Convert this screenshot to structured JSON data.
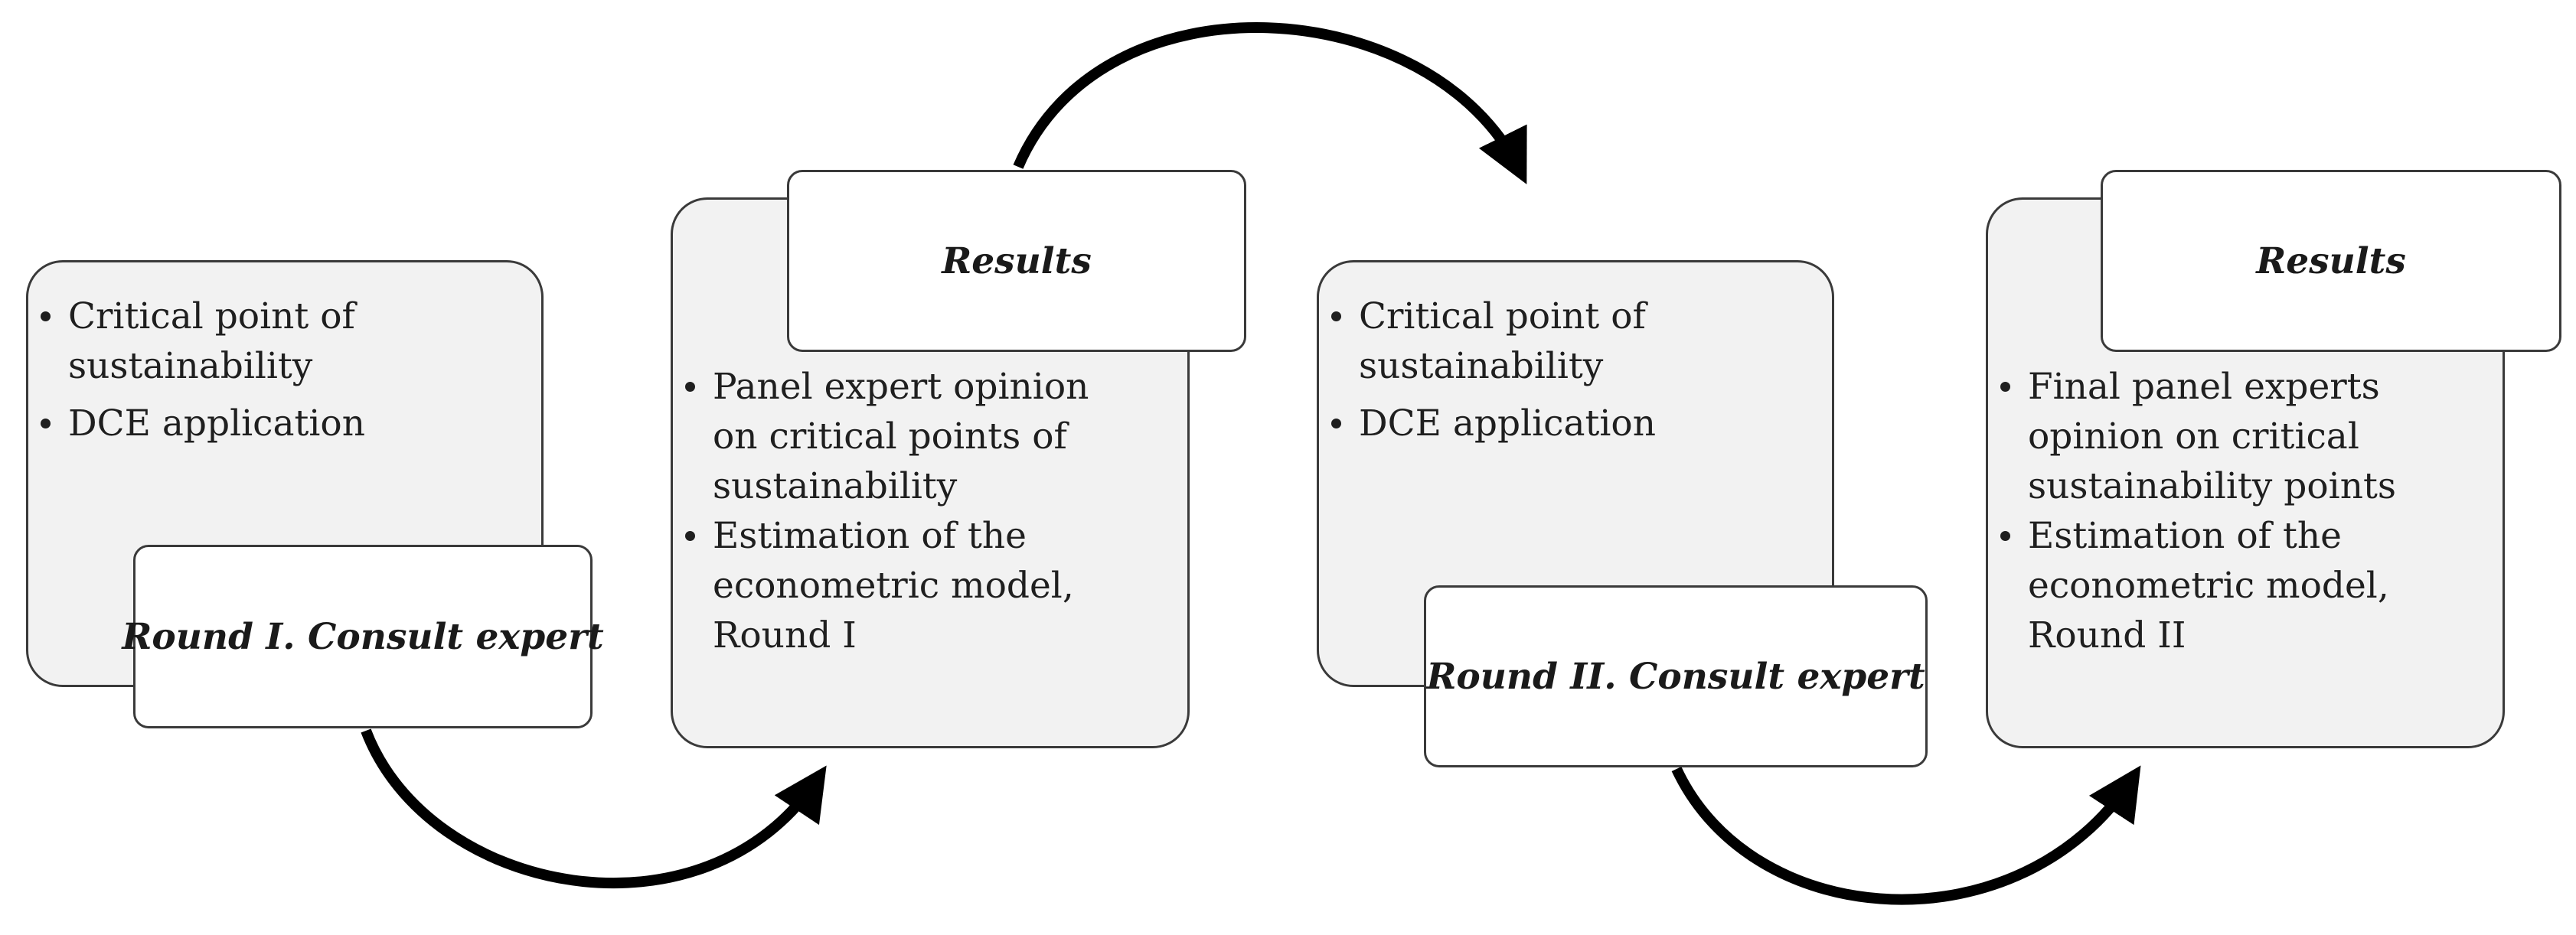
{
  "stage1": {
    "bullets": [
      "Critical point of sustainability",
      "DCE application"
    ],
    "label": "Round I. Consult expert"
  },
  "stage2": {
    "label": "Results",
    "bullets": [
      "Panel expert opinion on critical points of sustainability",
      "Estimation of the econometric model, Round I"
    ]
  },
  "stage3": {
    "bullets": [
      "Critical point of sustainability",
      "DCE application"
    ],
    "label": "Round II. Consult expert"
  },
  "stage4": {
    "label": "Results",
    "bullets": [
      "Final panel experts opinion on critical sustainability points",
      "Estimation of the econometric model, Round II"
    ]
  },
  "colors": {
    "card_fill": "#f2f2f2",
    "label_fill": "#ffffff",
    "border": "#3a3a3a",
    "arrow": "#000000"
  }
}
